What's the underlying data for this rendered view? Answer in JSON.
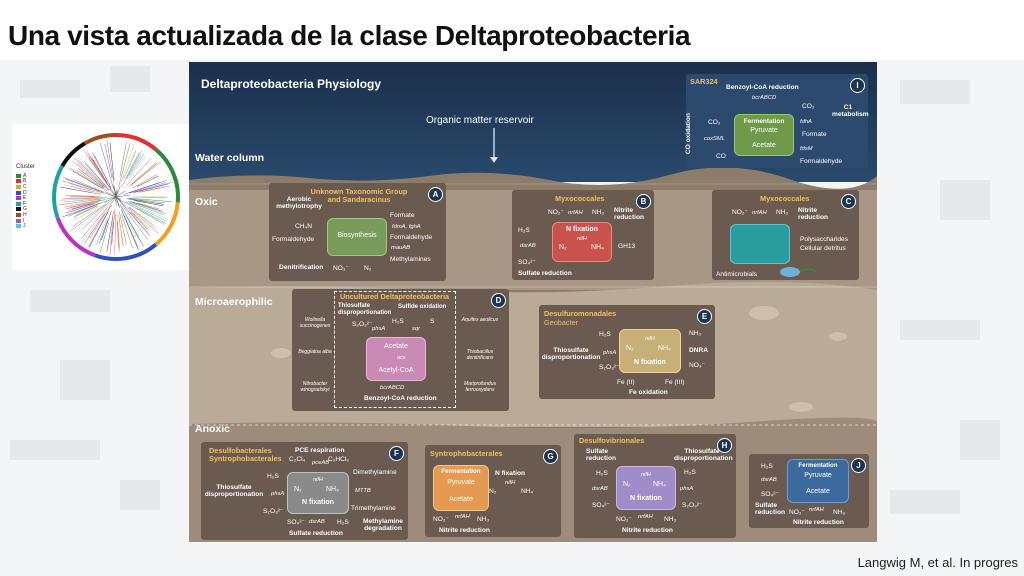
{
  "slide_title": "Una vista actualizada de la clase Deltaproteobacteria",
  "citation": "Langwig M, et al. In progres",
  "tree": {
    "legend_title": "Cluster",
    "legend_items": [
      "A",
      "B",
      "C",
      "D",
      "E",
      "F",
      "G",
      "H",
      "I",
      "J"
    ],
    "legend_colors": [
      "#2a8a3a",
      "#e03030",
      "#f0a020",
      "#3050c0",
      "#c030c0",
      "#20a0a0",
      "#111111",
      "#a05020",
      "#9060d0",
      "#60c0e0"
    ]
  },
  "figure": {
    "header": "Deltaproteobacteria Physiology",
    "organic_matter": "Organic matter reservoir",
    "zones": {
      "water": "Water column",
      "oxic": "Oxic",
      "micro": "Microaerophilic",
      "anoxic": "Anoxic"
    },
    "colors": {
      "water": "#1c3a5a",
      "sediment": "#a8998a",
      "panel": "#6b5a4f",
      "title": "#f1c15a"
    },
    "panel_I": {
      "letter": "I",
      "title": "SAR324",
      "subtitle": "Benzoyl-CoA reduction",
      "cell_lines": [
        "Fermentation",
        "Pyruvate",
        "Acetate"
      ],
      "side": "CO oxidation",
      "c1": "C1 metabolism",
      "labels": {
        "bcr": "bcrABCD",
        "co2a": "CO₂",
        "co2b": "CO₂",
        "fdh": "fdhA",
        "formate": "Formate",
        "fdsm": "fdsM",
        "coxsml": "coxSML",
        "co": "CO",
        "formald": "Formaldehyde"
      }
    },
    "panel_A": {
      "letter": "A",
      "title": "Unknown Taxonomic Group and Sandaracinus",
      "aerobic": "Aerobic methylotrophy",
      "ch4n": "CH₄N",
      "formald_left": "Formaldehyde",
      "cell": "Biosynthesis",
      "formate": "Formate",
      "fdh": "fdmA, fghA",
      "formald_right": "Formaldehyde",
      "mau": "mauAB",
      "methylamines": "Methylamines",
      "denit": "Denitrification",
      "no3": "NO₃⁻",
      "n2": "N₂"
    },
    "panel_B": {
      "letter": "B",
      "title": "Myxococcales",
      "no2": "NO₂⁻",
      "nrf": "nrfAH",
      "nh3": "NH₃",
      "nitrite": "Nitrite reduction",
      "h2s": "H₂S",
      "dsr": "dsrAB",
      "so4": "SO₄²⁻",
      "sulfate": "Sulfate reduction",
      "cell_title": "N fixation",
      "nifh": "nifH",
      "n2": "N₂",
      "nh4": "NH₄",
      "gh13": "GH13"
    },
    "panel_C": {
      "letter": "C",
      "title": "Myxococcales",
      "no2": "NO₂⁻",
      "nrf": "nrfAH",
      "nh3": "NH₃",
      "nitrite": "Nitrite reduction",
      "poly": "Polysaccharides",
      "cellular": "Cellular detritus",
      "anti": "Antimicrobials"
    },
    "panel_D": {
      "letter": "D",
      "title": "Uncultured Deltaproteobacteria",
      "thio_disp": "Thiosulfate disproportionation",
      "sulfide_ox": "Sulfide oxidation",
      "s2o3": "S₂O₃²⁻",
      "pha": "phsA",
      "h2s": "H₂S",
      "sqr": "sqr",
      "s": "S",
      "cell_top": "Acetate",
      "acs": "acs",
      "cell_bottom": "Acetyl-CoA",
      "bcr": "bcrABCD",
      "benzoyl": "Benzoyl-CoA reduction",
      "left_orgs": [
        "Wolinella succinogenes",
        "Beggiatoa alba",
        "Nitrobacter winogradskyi"
      ],
      "right_orgs": [
        "Aquifex aeolicus",
        "Thiobacillus denitrificans",
        "Mariprofundus ferrooxydans"
      ]
    },
    "panel_E": {
      "letter": "E",
      "title": "Desulfuromonadales",
      "subtitle": "Geobacter",
      "h2s": "H₂S",
      "thio": "Thiosulfate disproportionation",
      "pha": "phsA",
      "s2o3": "S₂O₃²⁻",
      "cell_title": "N fixation",
      "nifh": "nifH",
      "n2": "N₂",
      "nh4": "NH₄",
      "nh3": "NH₃",
      "dnra": "DNRA",
      "no3": "NO₃⁻",
      "fe2": "Fe (II)",
      "fe3": "Fe (III)",
      "feox": "Fe oxidation"
    },
    "panel_F": {
      "letter": "F",
      "title": "Desulfobacterales Syntrophobacterales",
      "pce": "PCE respiration",
      "c2cl4": "C₂Cl₄",
      "c2hcl3": "C₂HCl₃",
      "pceab": "pceAB",
      "h2s": "H₂S",
      "thio": "Thiosulfate disproportionation",
      "pha": "phsA",
      "s2o3": "S₂O₃²⁻",
      "cell_title": "N fixation",
      "nifh": "nifH",
      "n2": "N₂",
      "nh4": "NH₄",
      "dimethyl": "Dimethylamine",
      "mttb": "MTTB",
      "trimethyl": "Trimethylamine",
      "so4": "SO₄²⁻",
      "dsr": "dsrAB",
      "h2s_b": "H₂S",
      "sulfate": "Sulfate reduction",
      "methylamine": "Methylamine degradation"
    },
    "panel_G": {
      "letter": "G",
      "title": "Syntrophobacterales",
      "cell_lines": [
        "Fermentation",
        "Pyruvate",
        "Acetate"
      ],
      "nfix": "N fixation",
      "nifh": "nifH",
      "n2": "N₂",
      "nh4": "NH₄",
      "no2": "NO₂⁻",
      "nrf": "nrfAH",
      "nh3": "NH₃",
      "nitrite": "Nitrite reduction"
    },
    "panel_H": {
      "letter": "H",
      "title": "Desulfovibrionales",
      "sulfate": "Sulfate reduction",
      "thio": "Thiosulfate disproportionation",
      "h2s": "H₂S",
      "dsr": "dsrAB",
      "so4": "SO₄²⁻",
      "h2s_r": "H₂S",
      "pha": "phsA",
      "s2o3": "S₂O₃²⁻",
      "cell_title": "N fixation",
      "nifh": "nifH",
      "n2": "N₂",
      "nh4": "NH₄",
      "no2": "NO₂⁻",
      "nrf": "nrfAH",
      "nh3": "NH₃",
      "nitrite": "Nitrite reduction"
    },
    "panel_J": {
      "letter": "J",
      "cell_lines": [
        "Fermentation",
        "Pyruvate",
        "Acetate"
      ],
      "h2s": "H₂S",
      "dsr": "dsrAB",
      "so4": "SO₄²⁻",
      "sulfate": "Sulfate reduction",
      "no2": "NO₂⁻",
      "nrf": "nrfAH",
      "nh3": "NH₃",
      "nitrite": "Nitrite reduction"
    }
  }
}
